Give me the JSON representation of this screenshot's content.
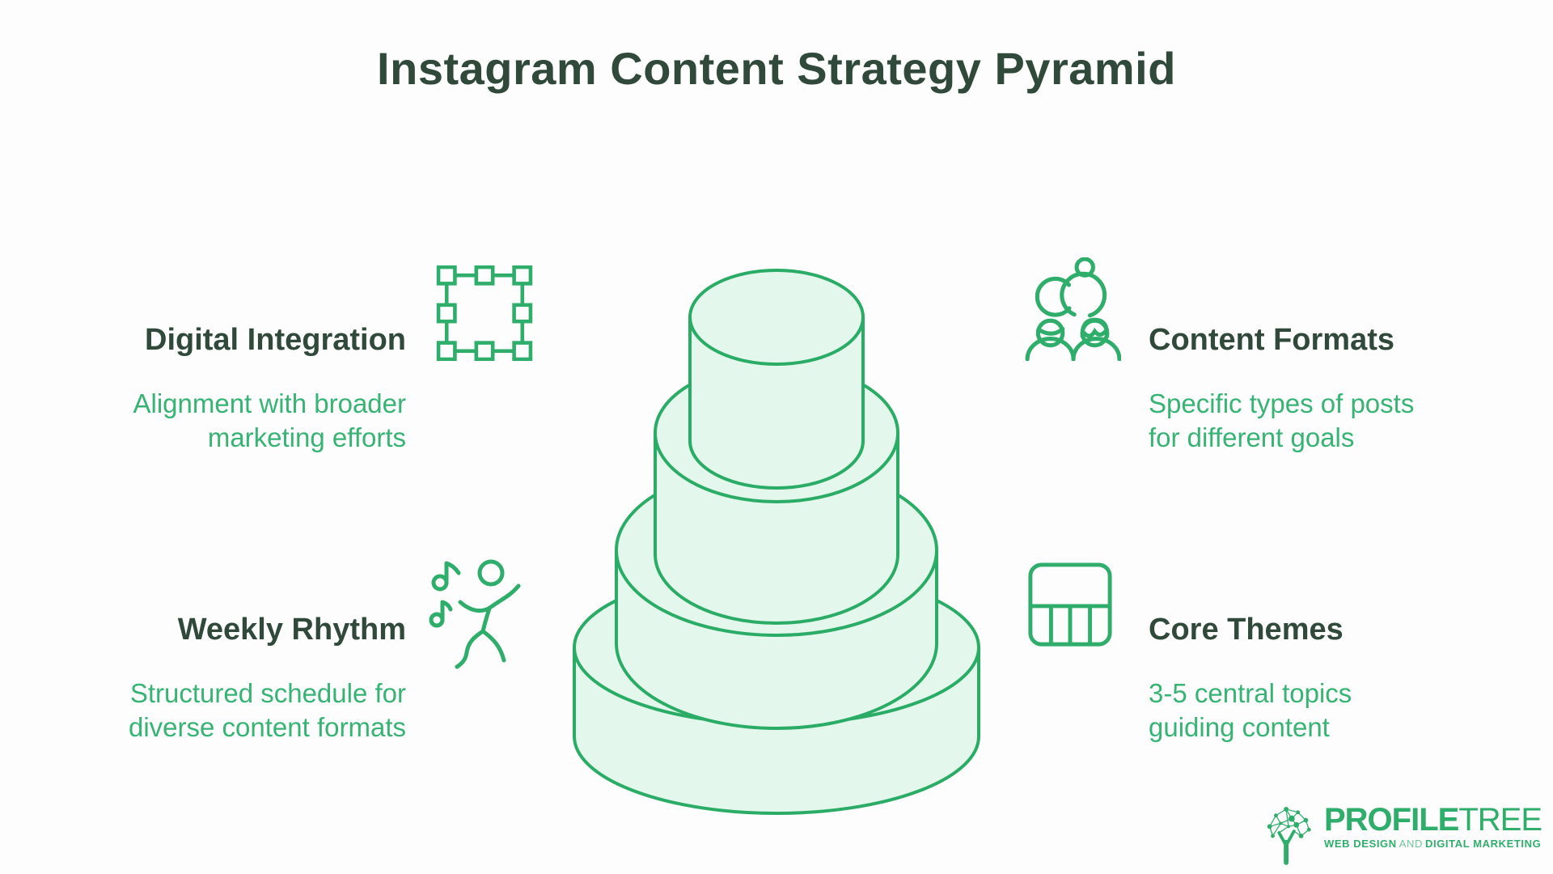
{
  "title": "Instagram Content Strategy Pyramid",
  "sections": [
    {
      "heading": "Digital Integration",
      "line1": "Alignment with broader",
      "line2": "marketing efforts",
      "icon": "artboard-nodes-icon"
    },
    {
      "heading": "Content Formats",
      "line1": "Specific types of posts",
      "line2": "for different goals",
      "icon": "audience-people-icon"
    },
    {
      "heading": "Weekly Rhythm",
      "line1": "Structured schedule for",
      "line2": "diverse content formats",
      "icon": "dancing-person-music-icon"
    },
    {
      "heading": "Core Themes",
      "line1": "3-5 central topics",
      "line2": "guiding content",
      "icon": "content-grid-icon"
    }
  ],
  "pyramid": {
    "type": "stacked-cylinder-pyramid",
    "tiers": 4
  },
  "logo": {
    "wordmark_bold": "PROFILE",
    "wordmark_light": "TREE",
    "tagline_bold1": "WEB DESIGN",
    "tagline_light": "AND",
    "tagline_bold2": "DIGITAL MARKETING"
  },
  "colors": {
    "background": "#fdfdfd",
    "heading_text": "#30493b",
    "accent_text": "#37b374",
    "icon_stroke": "#2fae6b",
    "pyramid_fill": "#e3f7ec",
    "pyramid_stroke": "#2bac66",
    "logo_green": "#2fae6b"
  }
}
